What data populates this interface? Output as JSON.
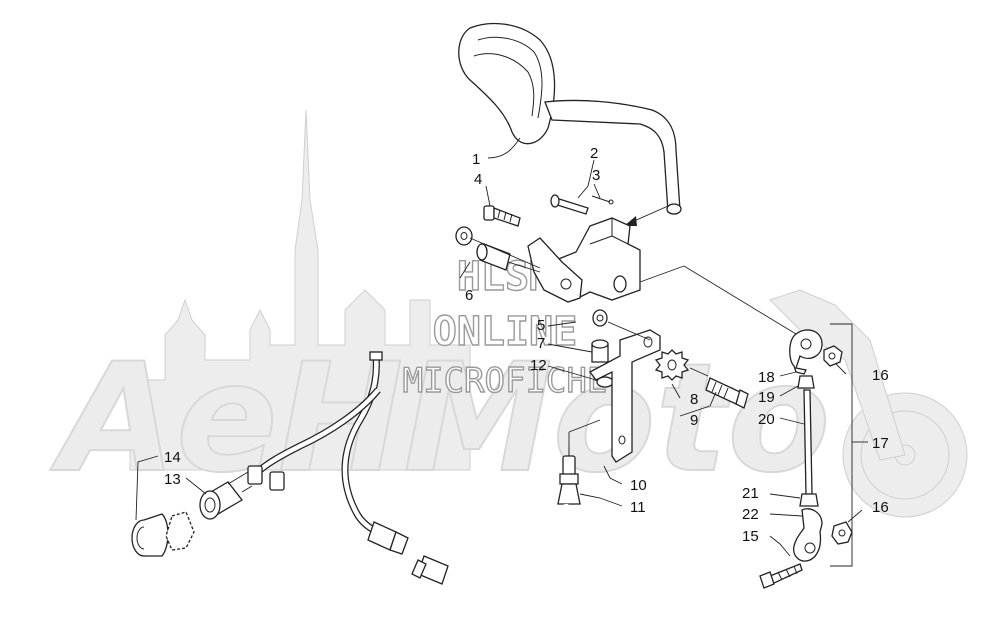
{
  "watermark": {
    "brand": "AeHMoto",
    "line1": "HLSM",
    "line2": "ONLINE",
    "line3": "MICROFICHE"
  },
  "callouts": [
    {
      "id": "c1",
      "text": "1"
    },
    {
      "id": "c2",
      "text": "2"
    },
    {
      "id": "c3",
      "text": "3"
    },
    {
      "id": "c4",
      "text": "4"
    },
    {
      "id": "c5",
      "text": "5"
    },
    {
      "id": "c6",
      "text": "6"
    },
    {
      "id": "c7",
      "text": "7"
    },
    {
      "id": "c8",
      "text": "8"
    },
    {
      "id": "c9",
      "text": "9"
    },
    {
      "id": "c10",
      "text": "10"
    },
    {
      "id": "c11",
      "text": "11"
    },
    {
      "id": "c12",
      "text": "12"
    },
    {
      "id": "c13",
      "text": "13"
    },
    {
      "id": "c14",
      "text": "14"
    },
    {
      "id": "c15",
      "text": "15"
    },
    {
      "id": "c16a",
      "text": "16"
    },
    {
      "id": "c16b",
      "text": "16"
    },
    {
      "id": "c17",
      "text": "17"
    },
    {
      "id": "c18",
      "text": "18"
    },
    {
      "id": "c19",
      "text": "19"
    },
    {
      "id": "c20",
      "text": "20"
    },
    {
      "id": "c21",
      "text": "21"
    },
    {
      "id": "c22",
      "text": "22"
    }
  ]
}
